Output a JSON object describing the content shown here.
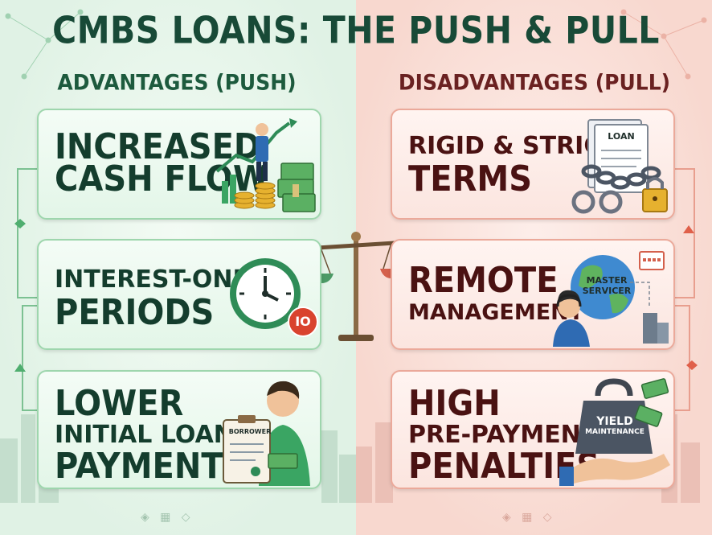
{
  "title": "CMBS LOANS: THE PUSH & PULL",
  "advantages": {
    "heading": "ADVANTAGES (PUSH)",
    "items": [
      {
        "line1": "INCREASED",
        "line2": "CASH FLOW",
        "icon": "money-growth-icon"
      },
      {
        "line1": "INTEREST-ONLY",
        "line2": "PERIODS",
        "icon": "clock-icon",
        "badge": "IO"
      },
      {
        "line1": "LOWER",
        "line2": "INITIAL LOAN",
        "line3": "PAYMENTS",
        "icon": "borrower-clipboard-icon",
        "clipboard_label": "BORROWER"
      }
    ]
  },
  "disadvantages": {
    "heading": "DISADVANTAGES (PULL)",
    "items": [
      {
        "line1": "RIGID & STRICT",
        "line2": "TERMS",
        "icon": "chained-loan-icon",
        "doc_label": "LOAN"
      },
      {
        "line1": "REMOTE",
        "line2": "MANAGEMENT",
        "icon": "master-servicer-icon",
        "globe_label_1": "MASTER",
        "globe_label_2": "SERVICER"
      },
      {
        "line1": "HIGH",
        "line2": "PRE-PAYMENT",
        "line3": "PENALTIES",
        "icon": "yield-weight-icon",
        "weight_label_1": "YIELD",
        "weight_label_2": "MAINTENANCE"
      }
    ]
  },
  "colors": {
    "pro_accent": "#1f7a4a",
    "con_accent": "#b23a2a",
    "title": "#184a37"
  }
}
